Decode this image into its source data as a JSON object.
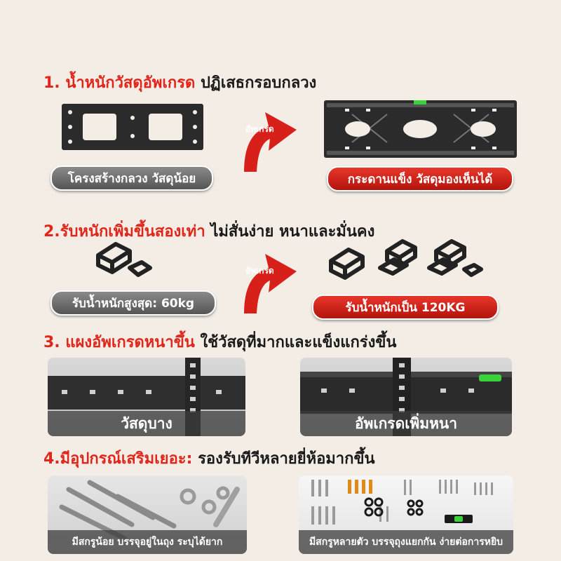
{
  "section1": {
    "heading_accent": "1. น้ำหนักวัสดุอัพเกรด",
    "heading_rest": " ปฏิเสธกรอบกลวง",
    "left_label": "โครงสร้างกลวง วัสดุน้อย",
    "arrow_label": "อัพเกรด",
    "right_label": "กระดานแข็ง วัสดุมองเห็นได้"
  },
  "section2": {
    "heading_accent": "2.รับหนักเพิ่มขึ้นสองเท่า",
    "heading_rest": " ไม่สั่นง่าย หนาและมั่นคง",
    "left_label": "รับน้ำหนักสูงสุด: 60kg",
    "arrow_label": "อัพเกรด",
    "right_label": "รับน้ำหนักเป็น 120KG"
  },
  "section3": {
    "heading_accent": "3. แผงอัพเกรดหนาขึ้น",
    "heading_rest": " ใช้วัสดุที่มากและแข็งแกร่งขึ้น",
    "left_caption": "วัสดุบาง",
    "right_caption": "อัพเกรดเพิ่มหนา"
  },
  "section4": {
    "heading_accent": "4.มีอุปกรณ์เสริมเยอะ:",
    "heading_rest": " รองรับทีวีหลายยี่ห้อมากขึ้น",
    "left_caption": "มีสกรูน้อย บรรจุอยู่ในถุง ระบุได้ยาก",
    "right_caption": "มีสกรูหลายตัว บรรจุถุงแยกกัน ง่ายต่อการหยิบ"
  },
  "colors": {
    "accent_red": "#e0261a",
    "bracket_dark": "#2b2b2b",
    "level_green": "#3bd13b"
  }
}
